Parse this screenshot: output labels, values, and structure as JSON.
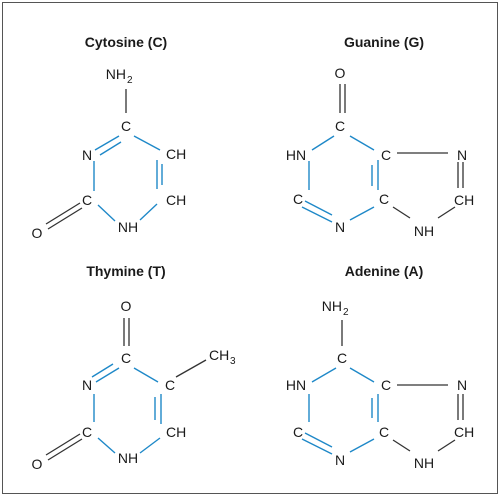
{
  "colors": {
    "ring": "#1e88c8",
    "bond": "#333333",
    "text": "#1a1a1a",
    "border": "#555555"
  },
  "molecules": {
    "cytosine": {
      "title": "Cytosine (C)",
      "atoms": {
        "nh2": "NH",
        "nh2_sub": "2",
        "c_top": "C",
        "n_left": "N",
        "ch_right_top": "CH",
        "ch_right_bottom": "CH",
        "c_left": "C",
        "nh_bottom": "NH",
        "o_left": "O"
      }
    },
    "guanine": {
      "title": "Guanine (G)",
      "atoms": {
        "o_top": "O",
        "c_top": "C",
        "hn_left": "HN",
        "c_right": "C",
        "n_right": "N",
        "c_left": "C",
        "c_mid": "C",
        "ch_right": "CH",
        "n_bottom": "N",
        "nh_bottom": "NH"
      }
    },
    "thymine": {
      "title": "Thymine (T)",
      "atoms": {
        "o_top": "O",
        "c_top": "C",
        "ch3": "CH",
        "ch3_sub": "3",
        "n_left": "N",
        "c_right": "C",
        "c_left": "C",
        "ch_right": "CH",
        "nh_bottom": "NH",
        "o_left": "O"
      }
    },
    "adenine": {
      "title": "Adenine (A)",
      "atoms": {
        "nh2": "NH",
        "nh2_sub": "2",
        "c_top": "C",
        "hn_left": "HN",
        "c_right": "C",
        "n_right": "N",
        "c_left": "C",
        "c_mid": "C",
        "ch_right": "CH",
        "n_bottom": "N",
        "nh_bottom": "NH"
      }
    }
  }
}
